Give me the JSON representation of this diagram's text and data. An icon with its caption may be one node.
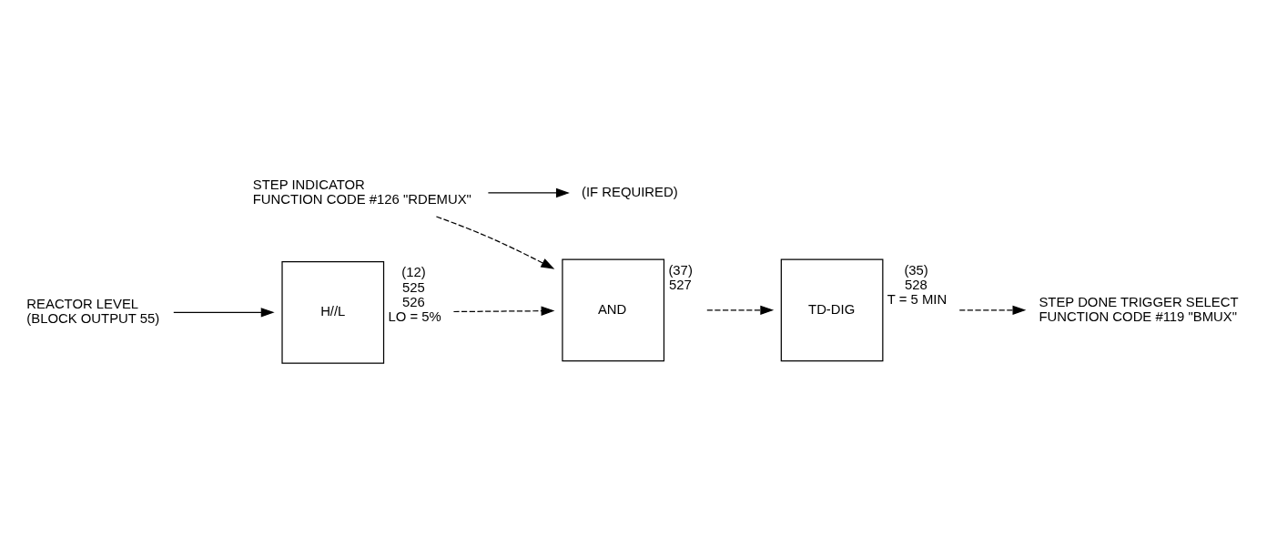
{
  "diagram": {
    "nodes": [
      {
        "text": [
          "STEP INDICATOR",
          "FUNCTION CODE #126 \"RDEMUX\""
        ]
      },
      {
        "text": [
          "(IF REQUIRED)"
        ]
      },
      {
        "text": [
          "REACTOR LEVEL",
          "(BLOCK OUTPUT 55)"
        ]
      },
      {
        "text": [
          "H//L"
        ],
        "beside": [
          "(12)",
          "525",
          "526",
          "LO = 5%"
        ]
      },
      {
        "text": [
          "AND"
        ],
        "beside": [
          "(37)",
          "527"
        ]
      },
      {
        "text": [
          "TD-DIG"
        ],
        "beside": [
          "(35)",
          "528",
          "T = 5 MIN"
        ]
      },
      {
        "text": [
          "STEP DONE TRIGGER SELECT",
          "FUNCTION CODE #119 \"BMUX\""
        ]
      }
    ],
    "edges": [
      {
        "from": 0,
        "to": 1,
        "arrow": "to"
      },
      {
        "from": 0,
        "to": 4,
        "arrow": "to",
        "style": "dashed"
      },
      {
        "from": 2,
        "to": 3,
        "arrow": "to"
      },
      {
        "from": 3,
        "to": 4,
        "arrow": "to",
        "style": "dashed"
      },
      {
        "from": 4,
        "to": 5,
        "arrow": "to",
        "style": "dashed"
      },
      {
        "from": 5,
        "to": 6,
        "arrow": "to",
        "style": "dashed"
      }
    ]
  }
}
